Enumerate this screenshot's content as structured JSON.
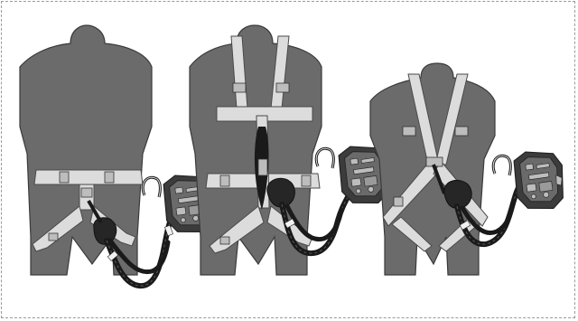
{
  "figure": {
    "frame_color": "#9a9a9a",
    "colors": {
      "body": "#6b6b6b",
      "body_outline": "#3a3a3a",
      "webbing": "#dcdcdc",
      "webbing_outline": "#4a4a4a",
      "device": "#3c3c3c",
      "device_light": "#bdbdbd",
      "lanyard": "#1a1a1a",
      "bag": "#262626"
    },
    "panels": [
      {
        "name": "panel-sit-harness",
        "harness_type": "sit harness"
      },
      {
        "name": "panel-full-body-harness-front",
        "harness_type": "full body harness, front view"
      },
      {
        "name": "panel-full-body-harness-back",
        "harness_type": "full body harness, back view"
      }
    ],
    "icons": [
      "torso-silhouette-icon",
      "harness-webbing-icon",
      "energy-absorber-pouch-icon",
      "elastic-lanyard-icon",
      "carabiner-icon",
      "via-ferrata-trolley-icon"
    ]
  }
}
